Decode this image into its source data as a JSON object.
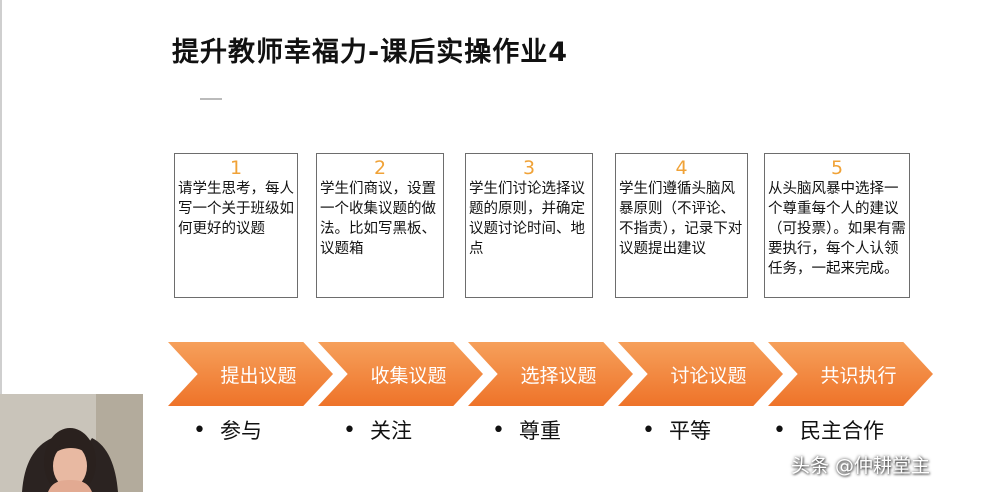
{
  "slide": {
    "title": "提升教师幸福力-课后实操作业4",
    "steps": [
      {
        "number": "1",
        "text": "请学生思考，每人写一个关于班级如何更好的议题"
      },
      {
        "number": "2",
        "text": "学生们商议，设置一个收集议题的做法。比如写黑板、议题箱"
      },
      {
        "number": "3",
        "text": "学生们讨论选择议题的原则，并确定议题讨论时间、地点"
      },
      {
        "number": "4",
        "text": "学生们遵循头脑风暴原则（不评论、不指责），记录下对议题提出建议"
      },
      {
        "number": "5",
        "text": "从头脑风暴中选择一个尊重每个人的建议（可投票）。如果有需要执行，每个人认领任务，一起来完成。"
      }
    ],
    "stages": [
      "提出议题",
      "收集议题",
      "选择议题",
      "讨论议题",
      "共识执行"
    ],
    "values": [
      "参与",
      "关注",
      "尊重",
      "平等",
      "民主合作"
    ],
    "bullet": "•"
  },
  "watermark": "头条 @仲耕堂主",
  "colors": {
    "accent_orange": "#ee7329",
    "chevron_light": "#f6a05b",
    "step_number": "#f0a237",
    "card_border": "#6d6d6d"
  }
}
